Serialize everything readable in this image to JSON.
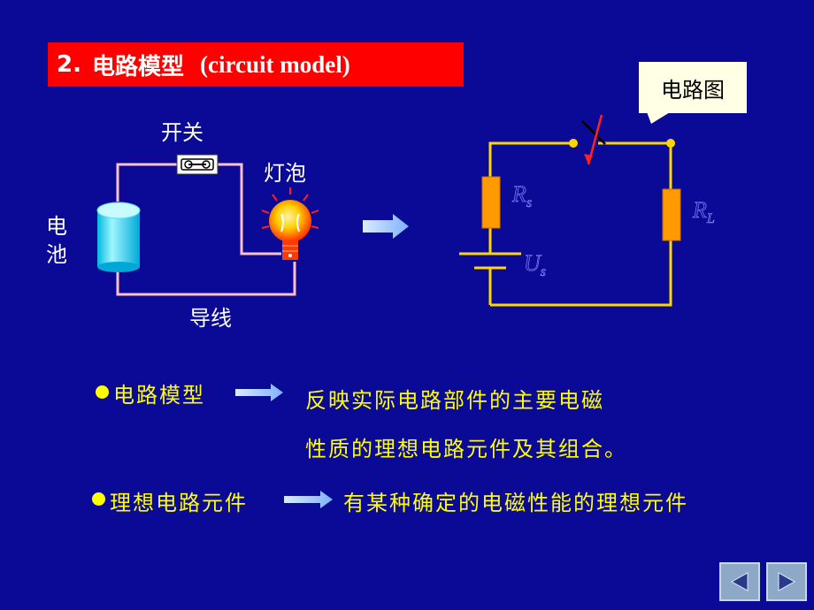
{
  "title": {
    "number": "2.",
    "chinese": "电路模型",
    "english": "(circuit model)"
  },
  "illustration": {
    "switch_label": "开关",
    "bulb_label": "灯泡",
    "battery_label_1": "电",
    "battery_label_2": "池",
    "wire_label": "导线"
  },
  "circuit_diagram": {
    "callout_label": "电路图",
    "rs_label": "R",
    "rs_sub": "s",
    "rl_label": "R",
    "rl_sub": "L",
    "us_label": "U",
    "us_sub": "s"
  },
  "bullets": [
    {
      "term": "电路模型",
      "line1": "反映实际电路部件的主要电磁",
      "line2": "性质的理想电路元件及其组合。"
    },
    {
      "term": "理想电路元件",
      "line1": "有某种确定的电磁性能的理想元件"
    }
  ],
  "nav": {
    "prev_icon": "triangle-left-icon",
    "next_icon": "triangle-right-icon"
  },
  "colors": {
    "background": "#0a0a96",
    "title_bg": "#ff0000",
    "bullet_text": "#ffff00",
    "wire_pink": "#ffc0c8",
    "circuit_yellow": "#ffd700",
    "resistor_orange": "#ff9a00",
    "arrow_blue": "#a0c8ff"
  }
}
